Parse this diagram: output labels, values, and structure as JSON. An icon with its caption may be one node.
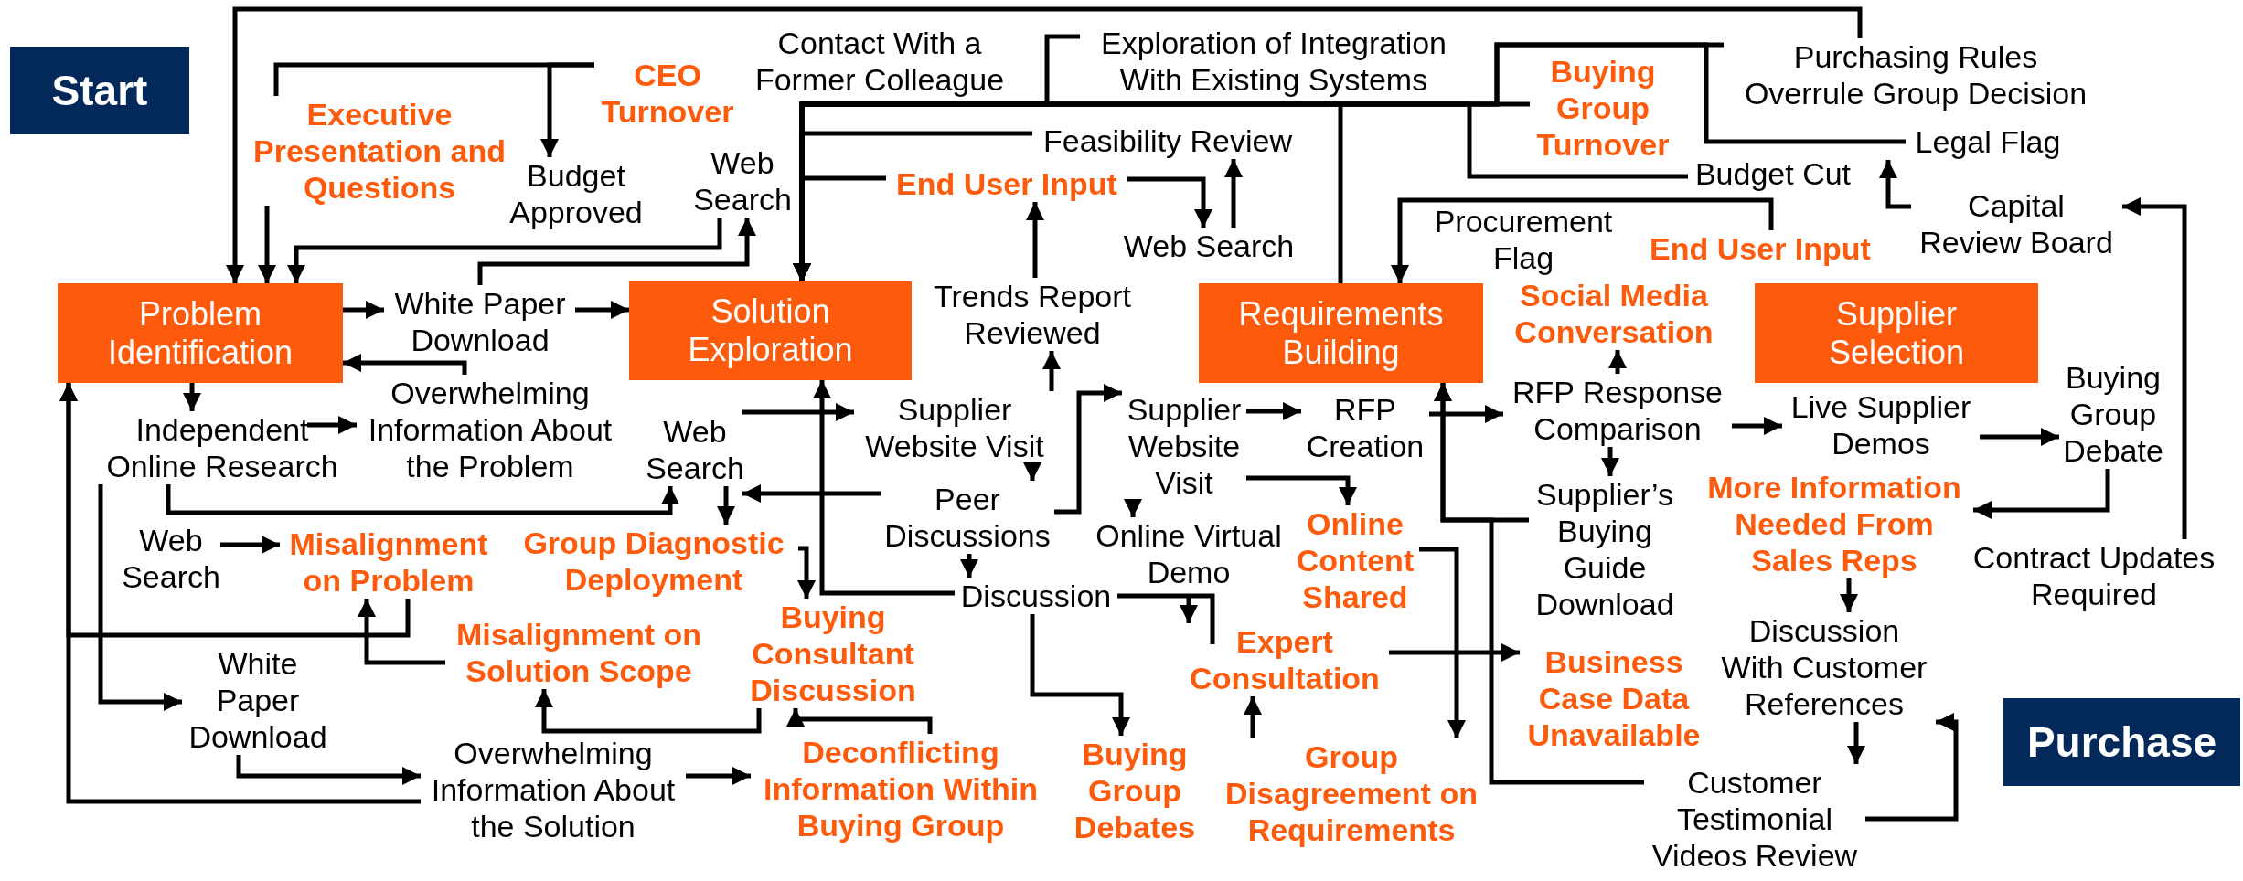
{
  "diagram": {
    "nodes": [
      {
        "text": [
          "Start"
        ]
      },
      {
        "text": [
          "Problem Identification"
        ]
      },
      {
        "text": [
          "Solution Exploration"
        ]
      },
      {
        "text": [
          "Requirements Building"
        ]
      },
      {
        "text": [
          "Supplier Selection"
        ]
      },
      {
        "text": [
          "Purchase"
        ]
      },
      {
        "text": [
          "Executive Presentation and Questions"
        ]
      },
      {
        "text": [
          "CEO Turnover"
        ]
      },
      {
        "text": [
          "Budget Approved"
        ]
      },
      {
        "text": [
          "Web Search"
        ]
      },
      {
        "text": [
          "White Paper Download"
        ]
      },
      {
        "text": [
          "Overwhelming Information About the Problem"
        ]
      },
      {
        "text": [
          "Independent Online Research"
        ]
      },
      {
        "text": [
          "Web Search"
        ]
      },
      {
        "text": [
          "Contact With a Former Colleague"
        ]
      },
      {
        "text": [
          "Exploration of Integration With Existing Systems"
        ]
      },
      {
        "text": [
          "Feasibility Review"
        ]
      },
      {
        "text": [
          "End User Input"
        ]
      },
      {
        "text": [
          "Web Search"
        ]
      },
      {
        "text": [
          "Trends Report Reviewed"
        ]
      },
      {
        "text": [
          "Purchasing Rules Overrule Group Decision"
        ]
      },
      {
        "text": [
          "Buying Group Turnover"
        ]
      },
      {
        "text": [
          "Legal Flag"
        ]
      },
      {
        "text": [
          "Budget Cut"
        ]
      },
      {
        "text": [
          "Procurement Flag"
        ]
      },
      {
        "text": [
          "End User Input"
        ]
      },
      {
        "text": [
          "Capital Review Board"
        ]
      },
      {
        "text": [
          "Social Media Conversation"
        ]
      },
      {
        "text": [
          "Web Search"
        ]
      },
      {
        "text": [
          "Misalignment on Problem"
        ]
      },
      {
        "text": [
          "Group Diagnostic Deployment"
        ]
      },
      {
        "text": [
          "Misalignment on Solution Scope"
        ]
      },
      {
        "text": [
          "White Paper Download"
        ]
      },
      {
        "text": [
          "Overwhelming Information About the Solution"
        ]
      },
      {
        "text": [
          "Buying Consultant Discussion"
        ]
      },
      {
        "text": [
          "Deconflicting Information Within Buying Group"
        ]
      },
      {
        "text": [
          "Supplier Website Visit"
        ]
      },
      {
        "text": [
          "Peer Discussions"
        ]
      },
      {
        "text": [
          "Discussion"
        ]
      },
      {
        "text": [
          "Buying Group Debates"
        ]
      },
      {
        "text": [
          "Supplier Website Visit"
        ]
      },
      {
        "text": [
          "RFP Creation"
        ]
      },
      {
        "text": [
          "Online Virtual Demo"
        ]
      },
      {
        "text": [
          "Online Content Shared"
        ]
      },
      {
        "text": [
          "Expert Consultation"
        ]
      },
      {
        "text": [
          "Group Disagreement on Requirements"
        ]
      },
      {
        "text": [
          "RFP Response Comparison"
        ]
      },
      {
        "text": [
          "Supplier’s Buying Guide Download"
        ]
      },
      {
        "text": [
          "Business Case Data Unavailable"
        ]
      },
      {
        "text": [
          "Live Supplier Demos"
        ]
      },
      {
        "text": [
          "Buying Group Debate"
        ]
      },
      {
        "text": [
          "More Information Needed From Sales Reps"
        ]
      },
      {
        "text": [
          "Contract Updates Required"
        ]
      },
      {
        "text": [
          "Discussion With Customer References"
        ]
      },
      {
        "text": [
          "Customer Testimonial Videos Review"
        ]
      }
    ],
    "edges": [
      {
        "from": 20,
        "to": 1,
        "arrow": "to"
      },
      {
        "from": 7,
        "to": 6,
        "arrow": "none"
      },
      {
        "from": 7,
        "to": 8,
        "arrow": "to"
      },
      {
        "from": 6,
        "to": 1,
        "arrow": "to"
      },
      {
        "from": 9,
        "to": 1,
        "arrow": "to"
      },
      {
        "from": 10,
        "to": 9,
        "arrow": "to"
      },
      {
        "from": 1,
        "to": 10,
        "arrow": "to"
      },
      {
        "from": 10,
        "to": 2,
        "arrow": "to"
      },
      {
        "from": 11,
        "to": 1,
        "arrow": "to"
      },
      {
        "from": 1,
        "to": 12,
        "arrow": "to"
      },
      {
        "from": 12,
        "to": 11,
        "arrow": "to"
      },
      {
        "from": 12,
        "to": 13,
        "arrow": "to"
      },
      {
        "from": 12,
        "to": 32,
        "arrow": "to"
      },
      {
        "from": 29,
        "to": 1,
        "arrow": "to"
      },
      {
        "from": 33,
        "to": 1,
        "arrow": "to"
      },
      {
        "from": 28,
        "to": 29,
        "arrow": "to"
      },
      {
        "from": 31,
        "to": 29,
        "arrow": "to"
      },
      {
        "from": 13,
        "to": 30,
        "arrow": "to"
      },
      {
        "from": 30,
        "to": 34,
        "arrow": "to"
      },
      {
        "from": 34,
        "to": 31,
        "arrow": "to"
      },
      {
        "from": 35,
        "to": 34,
        "arrow": "to"
      },
      {
        "from": 32,
        "to": 33,
        "arrow": "to"
      },
      {
        "from": 33,
        "to": 35,
        "arrow": "to"
      },
      {
        "from": 15,
        "to": 2,
        "arrow": "to"
      },
      {
        "from": 21,
        "to": 2,
        "arrow": "to"
      },
      {
        "from": 3,
        "to": 2,
        "arrow": "to"
      },
      {
        "from": 23,
        "to": 2,
        "arrow": "to"
      },
      {
        "from": 20,
        "to": 2,
        "arrow": "to"
      },
      {
        "from": 22,
        "to": 2,
        "arrow": "to"
      },
      {
        "from": 26,
        "to": 22,
        "arrow": "to"
      },
      {
        "from": 52,
        "to": 26,
        "arrow": "to"
      },
      {
        "from": 50,
        "to": 51,
        "arrow": "to"
      },
      {
        "from": 49,
        "to": 50,
        "arrow": "to"
      },
      {
        "from": 46,
        "to": 49,
        "arrow": "to"
      },
      {
        "from": 46,
        "to": 27,
        "arrow": "to"
      },
      {
        "from": 46,
        "to": 47,
        "arrow": "to"
      },
      {
        "from": 51,
        "to": 53,
        "arrow": "to"
      },
      {
        "from": 53,
        "to": 54,
        "arrow": "to"
      },
      {
        "from": 54,
        "to": 53,
        "arrow": "to"
      },
      {
        "from": 54,
        "to": 3,
        "arrow": "to"
      },
      {
        "from": 47,
        "to": 3,
        "arrow": "to"
      },
      {
        "from": 41,
        "to": 46,
        "arrow": "to"
      },
      {
        "from": 40,
        "to": 41,
        "arrow": "to"
      },
      {
        "from": 40,
        "to": 42,
        "arrow": "to"
      },
      {
        "from": 40,
        "to": 43,
        "arrow": "to"
      },
      {
        "from": 37,
        "to": 40,
        "arrow": "to"
      },
      {
        "from": 36,
        "to": 37,
        "arrow": "to"
      },
      {
        "from": 36,
        "to": 19,
        "arrow": "to"
      },
      {
        "from": 13,
        "to": 36,
        "arrow": "to"
      },
      {
        "from": 19,
        "to": 17,
        "arrow": "to"
      },
      {
        "from": 17,
        "to": 2,
        "arrow": "to"
      },
      {
        "from": 17,
        "to": 18,
        "arrow": "to"
      },
      {
        "from": 18,
        "to": 16,
        "arrow": "to"
      },
      {
        "from": 16,
        "to": 2,
        "arrow": "to"
      },
      {
        "from": 37,
        "to": 13,
        "arrow": "to"
      },
      {
        "from": 38,
        "to": 2,
        "arrow": "to"
      },
      {
        "from": 37,
        "to": 38,
        "arrow": "to"
      },
      {
        "from": 38,
        "to": 39,
        "arrow": "to"
      },
      {
        "from": 38,
        "to": 44,
        "arrow": "to"
      },
      {
        "from": 44,
        "to": 48,
        "arrow": "to"
      },
      {
        "from": 45,
        "to": 44,
        "arrow": "to"
      },
      {
        "from": 43,
        "to": 45,
        "arrow": "to"
      },
      {
        "from": 25,
        "to": 3,
        "arrow": "to"
      }
    ]
  }
}
